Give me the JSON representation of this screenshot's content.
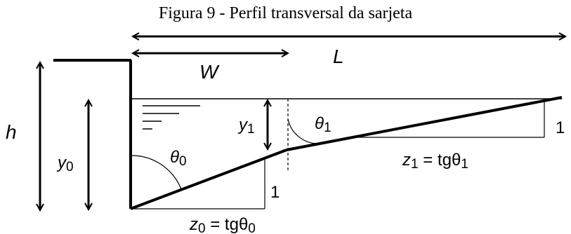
{
  "caption": "Figura 9 - Perfil transversal da sarjeta",
  "labels": {
    "W": "W",
    "L": "L",
    "h": "h",
    "y0_base": "y",
    "y0_sub": "0",
    "y1_base": "y",
    "y1_sub": "1",
    "theta0_base": "θ",
    "theta0_sub": "0",
    "theta1_base": "θ",
    "theta1_sub": "1",
    "one_left": "1",
    "one_right": "1",
    "z0_base": "z",
    "z0_sub": "0",
    "z0_eq": " = tgθ",
    "z0_eq_sub": "0",
    "z1_base": "z",
    "z1_sub": "1",
    "z1_eq": " = tgθ",
    "z1_eq_sub": "1"
  }
}
